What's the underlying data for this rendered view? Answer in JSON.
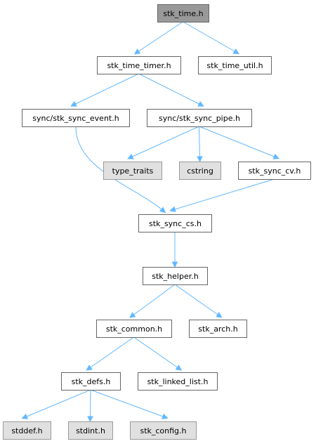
{
  "colors": {
    "root_fill": "#999999",
    "root_stroke": "#666666",
    "internal_fill": "#ffffff",
    "internal_stroke": "#666666",
    "external_fill": "#e0e0e0",
    "external_stroke": "#999999",
    "edge": "#63b8ff"
  },
  "nodes": [
    {
      "id": "stk_time_h",
      "label": "stk_time.h",
      "kind": "root"
    },
    {
      "id": "stk_time_timer_h",
      "label": "stk_time_timer.h",
      "kind": "internal"
    },
    {
      "id": "stk_time_util_h",
      "label": "stk_time_util.h",
      "kind": "internal"
    },
    {
      "id": "sync_stk_sync_event_h",
      "label": "sync/stk_sync_event.h",
      "kind": "internal"
    },
    {
      "id": "sync_stk_sync_pipe_h",
      "label": "sync/stk_sync_pipe.h",
      "kind": "internal"
    },
    {
      "id": "type_traits",
      "label": "type_traits",
      "kind": "external"
    },
    {
      "id": "cstring",
      "label": "cstring",
      "kind": "external"
    },
    {
      "id": "stk_sync_cv_h",
      "label": "stk_sync_cv.h",
      "kind": "internal"
    },
    {
      "id": "stk_sync_cs_h",
      "label": "stk_sync_cs.h",
      "kind": "internal"
    },
    {
      "id": "stk_helper_h",
      "label": "stk_helper.h",
      "kind": "internal"
    },
    {
      "id": "stk_common_h",
      "label": "stk_common.h",
      "kind": "internal"
    },
    {
      "id": "stk_arch_h",
      "label": "stk_arch.h",
      "kind": "internal"
    },
    {
      "id": "stk_defs_h",
      "label": "stk_defs.h",
      "kind": "internal"
    },
    {
      "id": "stk_linked_list_h",
      "label": "stk_linked_list.h",
      "kind": "internal"
    },
    {
      "id": "stddef_h",
      "label": "stddef.h",
      "kind": "external"
    },
    {
      "id": "stdint_h",
      "label": "stdint.h",
      "kind": "external"
    },
    {
      "id": "stk_config_h",
      "label": "stk_config.h",
      "kind": "external"
    }
  ],
  "edges": [
    {
      "from": "stk_time_h",
      "to": "stk_time_timer_h"
    },
    {
      "from": "stk_time_h",
      "to": "stk_time_util_h"
    },
    {
      "from": "stk_time_timer_h",
      "to": "sync_stk_sync_event_h"
    },
    {
      "from": "stk_time_timer_h",
      "to": "sync_stk_sync_pipe_h"
    },
    {
      "from": "sync_stk_sync_event_h",
      "to": "stk_sync_cs_h"
    },
    {
      "from": "sync_stk_sync_pipe_h",
      "to": "type_traits"
    },
    {
      "from": "sync_stk_sync_pipe_h",
      "to": "cstring"
    },
    {
      "from": "sync_stk_sync_pipe_h",
      "to": "stk_sync_cv_h"
    },
    {
      "from": "stk_sync_cv_h",
      "to": "stk_sync_cs_h"
    },
    {
      "from": "stk_sync_cs_h",
      "to": "stk_helper_h"
    },
    {
      "from": "stk_helper_h",
      "to": "stk_common_h"
    },
    {
      "from": "stk_helper_h",
      "to": "stk_arch_h"
    },
    {
      "from": "stk_common_h",
      "to": "stk_defs_h"
    },
    {
      "from": "stk_common_h",
      "to": "stk_linked_list_h"
    },
    {
      "from": "stk_defs_h",
      "to": "stddef_h"
    },
    {
      "from": "stk_defs_h",
      "to": "stdint_h"
    },
    {
      "from": "stk_defs_h",
      "to": "stk_config_h"
    }
  ]
}
